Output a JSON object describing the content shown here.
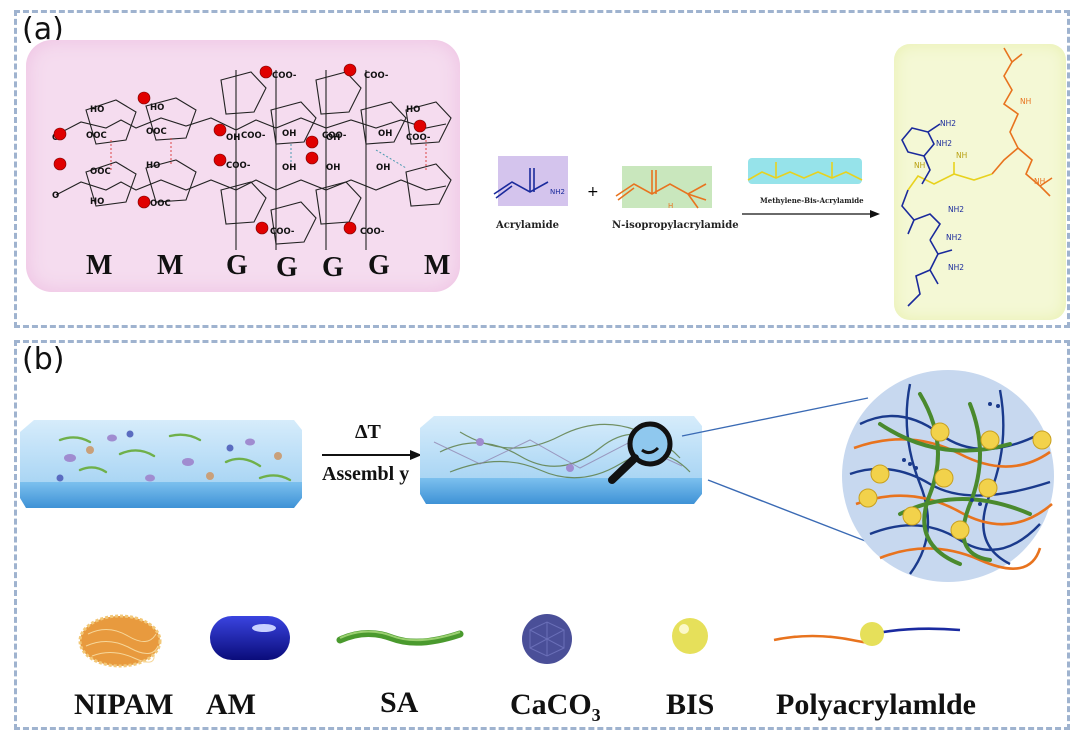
{
  "panel_a": {
    "label": "(a)",
    "sequence": [
      "M",
      "M",
      "G",
      "G",
      "G",
      "G",
      "M"
    ],
    "chain_labels": {
      "hydroxyl": "HO",
      "hydroxyl_r": "OH",
      "carboxylate_left": "OOC",
      "carboxylate_right": "COO-",
      "oxygen": "O"
    },
    "reagents": {
      "acrylamide": {
        "name": "Acrylamide",
        "group": "NH2"
      },
      "nipam": {
        "name": "N-isopropylacrylamide",
        "group": "H"
      },
      "bis": {
        "name": "Methylene-Bis-Acrylamide"
      }
    },
    "plus": "+",
    "product_groups": [
      "NH2",
      "NH2",
      "NH2",
      "NH2",
      "NH2",
      "NH",
      "NH",
      "NH",
      "NH"
    ]
  },
  "panel_b": {
    "label": "(b)",
    "arrow_top": "ΔT",
    "arrow_bottom": "Assembl y",
    "legend": [
      {
        "key": "nipam",
        "label": "NIPAM"
      },
      {
        "key": "am",
        "label": "AM"
      },
      {
        "key": "sa",
        "label": "SA"
      },
      {
        "key": "caco3",
        "label": "CaCO",
        "sub": "3"
      },
      {
        "key": "bis",
        "label": "BIS"
      },
      {
        "key": "pam",
        "label": "Polyacrylamlde"
      }
    ]
  },
  "colors": {
    "alginate_bg": "#f5dcef",
    "product_bg": "#f4f8d5",
    "calcium": "#e00000",
    "gel": "#5aa8e8",
    "acrylamide_box": "#c9b5e8",
    "nipam_box": "#bfe3b2",
    "bis_box": "#8be0e8",
    "acrylamide_chain": "#1a2a9c",
    "nipam_chain": "#e8731e",
    "bis_chain": "#e8d21e",
    "sa_chain": "#4a9a2e",
    "bis_ball": "#f2d24b"
  },
  "icons": {
    "magnifier": "magnifier-icon"
  }
}
